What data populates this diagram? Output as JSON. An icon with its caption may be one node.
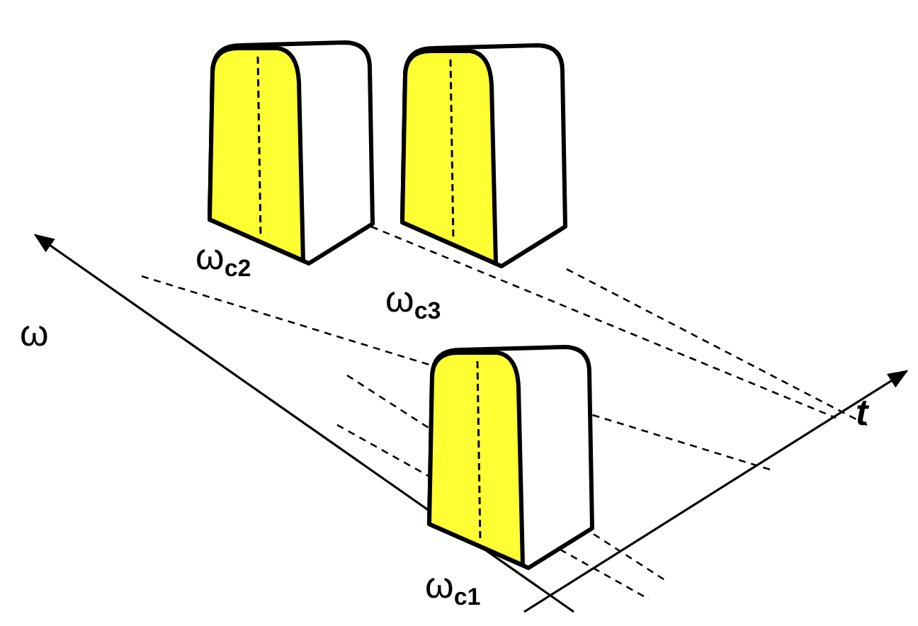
{
  "diagram": {
    "labels": [
      "ω$_{c2}$",
      "ω$_{c3}$",
      "ω",
      "t",
      "ω$_{c1}$"
    ]
  }
}
